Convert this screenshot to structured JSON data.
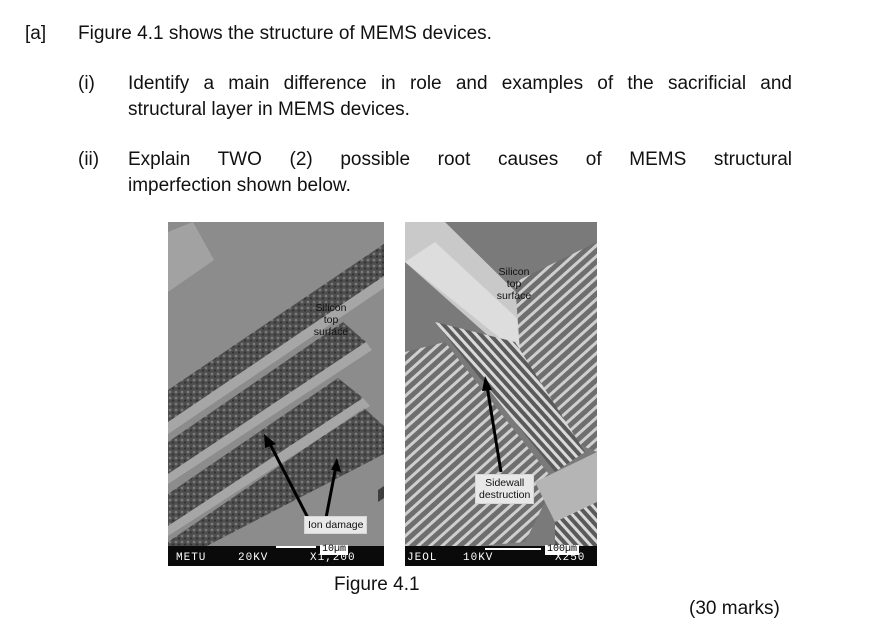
{
  "question": {
    "label": "[a]",
    "stem": "Figure 4.1 shows the structure of MEMS devices.",
    "parts": [
      {
        "label": "(i)",
        "line1": "Identify a main difference in role and examples of the sacrificial and",
        "line2": "structural layer in MEMS devices."
      },
      {
        "label": "(ii)",
        "line1": "Explain TWO (2) possible root causes of MEMS structural",
        "line2": "imperfection shown below."
      }
    ],
    "marks": "(30 marks)"
  },
  "figure": {
    "caption": "Figure 4.1",
    "left_image": {
      "label_top": "Silicon\ntop\nsurface",
      "label_bottom": "Ion damage",
      "bar_left": "METU",
      "bar_kv": "20KV",
      "bar_mag": "X1,200",
      "scale": "10µm"
    },
    "right_image": {
      "label_top": "Silicon\ntop\nsurface",
      "label_bottom": "Sidewall\ndestruction",
      "bar_left": "JEOL",
      "bar_kv": "10KV",
      "bar_mag": "X250",
      "scale": "100µm"
    }
  }
}
